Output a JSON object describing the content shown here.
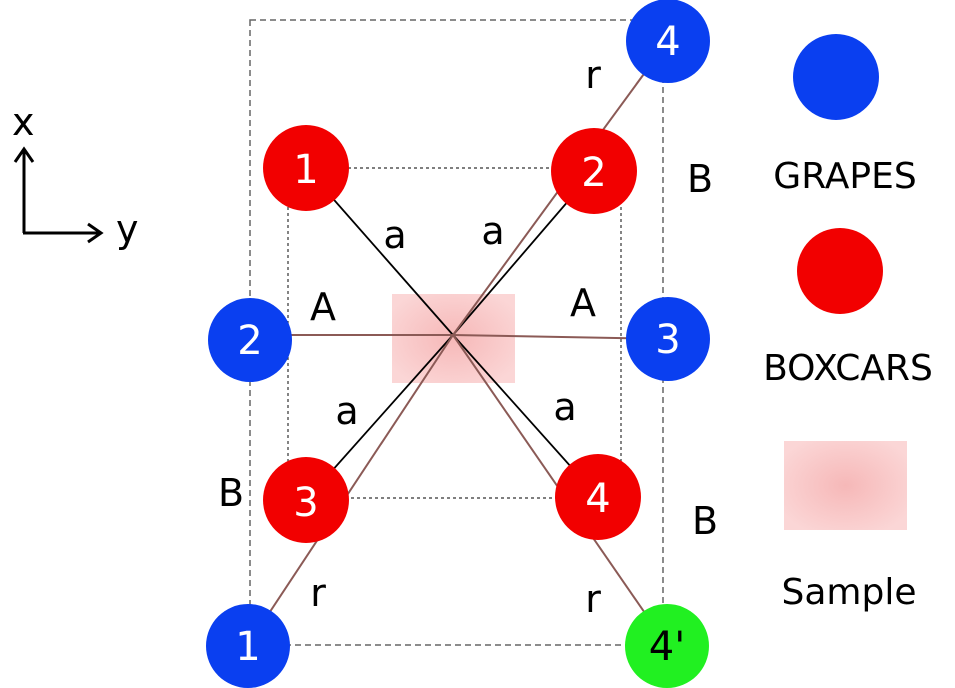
{
  "axes": {
    "x_label": "x",
    "y_label": "y"
  },
  "colors": {
    "grape": "#0a3ff0",
    "boxcar": "#f20000",
    "green": "#21f021",
    "sample": "#f8c8c8",
    "dash": "#666666",
    "beam": "#8b5a56"
  },
  "legend": {
    "grapes": "GRAPES",
    "boxcars": "BOXCARS",
    "sample": "Sample"
  },
  "markers": {
    "grape_1": "1",
    "grape_2": "2",
    "grape_3": "3",
    "grape_4": "4",
    "grape_4p": "4'",
    "boxcar_1": "1",
    "boxcar_2": "2",
    "boxcar_3": "3",
    "boxcar_4": "4"
  },
  "distances": {
    "a": "a",
    "A": "A",
    "B": "B",
    "r": "r"
  }
}
